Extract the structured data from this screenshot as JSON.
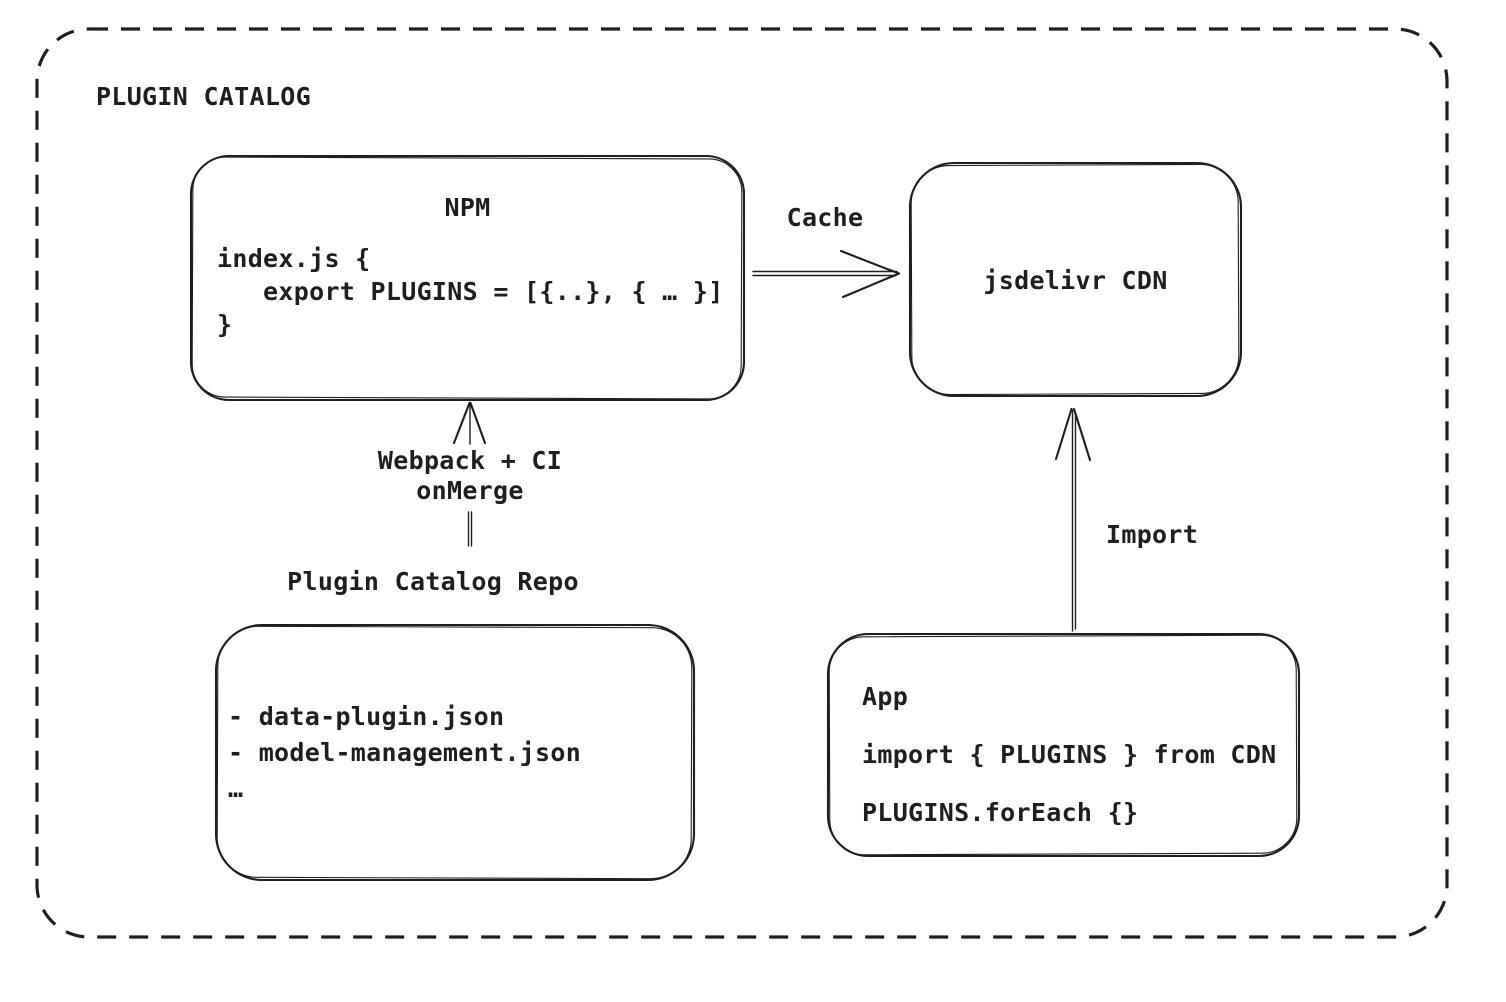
{
  "colors": {
    "stroke": "#1e1e1e",
    "background": "#ffffff"
  },
  "frame": {
    "title": "PLUGIN CATALOG"
  },
  "nodes": {
    "npm": {
      "title": "NPM",
      "code": "index.js {\n   export PLUGINS = [{..}, { … }]\n}"
    },
    "cdn": {
      "label": "jsdelivr CDN"
    },
    "repo": {
      "label": "Plugin Catalog Repo",
      "files": "- data-plugin.json\n- model-management.json\n…"
    },
    "app": {
      "title": "App",
      "import_line": "import { PLUGINS } from CDN",
      "foreach_line": "PLUGINS.forEach {}"
    }
  },
  "edges": {
    "cache": {
      "label": "Cache",
      "from": "NPM",
      "to": "jsdelivr CDN"
    },
    "build": {
      "label": "Webpack + CI\nonMerge",
      "from": "Plugin Catalog Repo",
      "to": "NPM"
    },
    "import": {
      "label": "Import",
      "from": "App",
      "to": "jsdelivr CDN"
    }
  }
}
